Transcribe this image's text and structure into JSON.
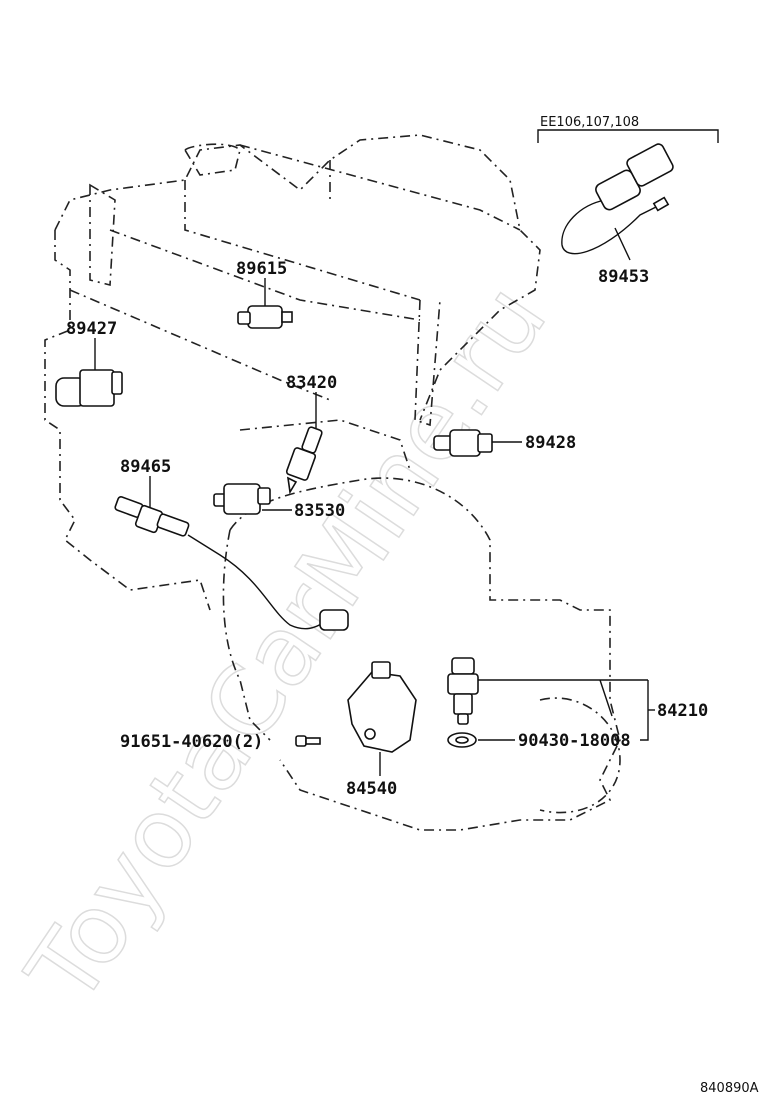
{
  "watermark": "ToyotaCarMine.ru",
  "group_note": "EE106,107,108",
  "diagram_code": "840890A",
  "parts": [
    {
      "id": "p89453",
      "label": "89453"
    },
    {
      "id": "p89615",
      "label": "89615"
    },
    {
      "id": "p89427",
      "label": "89427"
    },
    {
      "id": "p83420",
      "label": "83420"
    },
    {
      "id": "p89428",
      "label": "89428"
    },
    {
      "id": "p89465",
      "label": "89465"
    },
    {
      "id": "p83530",
      "label": "83530"
    },
    {
      "id": "p84210",
      "label": "84210"
    },
    {
      "id": "p91651",
      "label": "91651-40620(2)"
    },
    {
      "id": "p90430",
      "label": "90430-18008"
    },
    {
      "id": "p84540",
      "label": "84540"
    }
  ]
}
